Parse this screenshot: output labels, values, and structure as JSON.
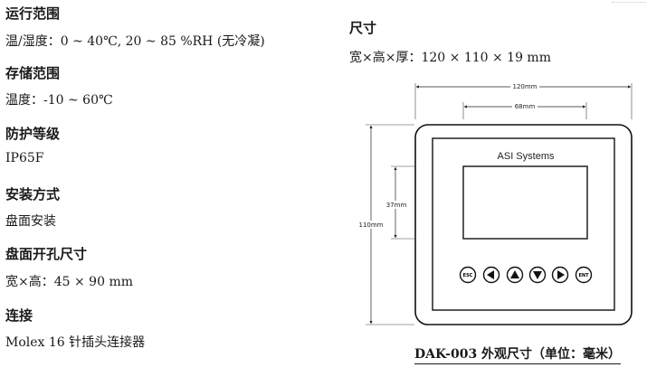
{
  "specs": [
    {
      "title": "运行范围",
      "body": "温/湿度：0 ~ 40℃, 20 ~ 85 %RH (无冷凝)"
    },
    {
      "title": "存储范围",
      "body": "温度：-10 ~ 60℃"
    },
    {
      "title": "防护等级",
      "body": "IP65F"
    },
    {
      "title": "安装方式",
      "body": "盘面安装"
    },
    {
      "title": "盘面开孔尺寸",
      "body": "宽×高：45 × 90 mm"
    },
    {
      "title": "连接",
      "body": "Molex 16  针插头连接器"
    }
  ],
  "dimensions": {
    "title": "尺寸",
    "size": "宽×高×厚：120 × 110 × 19 mm"
  },
  "drawing": {
    "width_label": "120mm",
    "inner_width_label": "68mm",
    "height_label": "110mm",
    "screen_height_label": "37mm",
    "brand": "ASI Systems",
    "buttons": [
      {
        "label": "ESC",
        "icon": "esc-key-icon"
      },
      {
        "label": "",
        "icon": "arrow-left-icon"
      },
      {
        "label": "",
        "icon": "arrow-up-icon"
      },
      {
        "label": "",
        "icon": "arrow-down-icon"
      },
      {
        "label": "",
        "icon": "arrow-right-icon"
      },
      {
        "label": "ENT",
        "icon": "enter-key-icon"
      }
    ]
  },
  "caption": "DAK-003 外观尺寸（单位：毫米）"
}
